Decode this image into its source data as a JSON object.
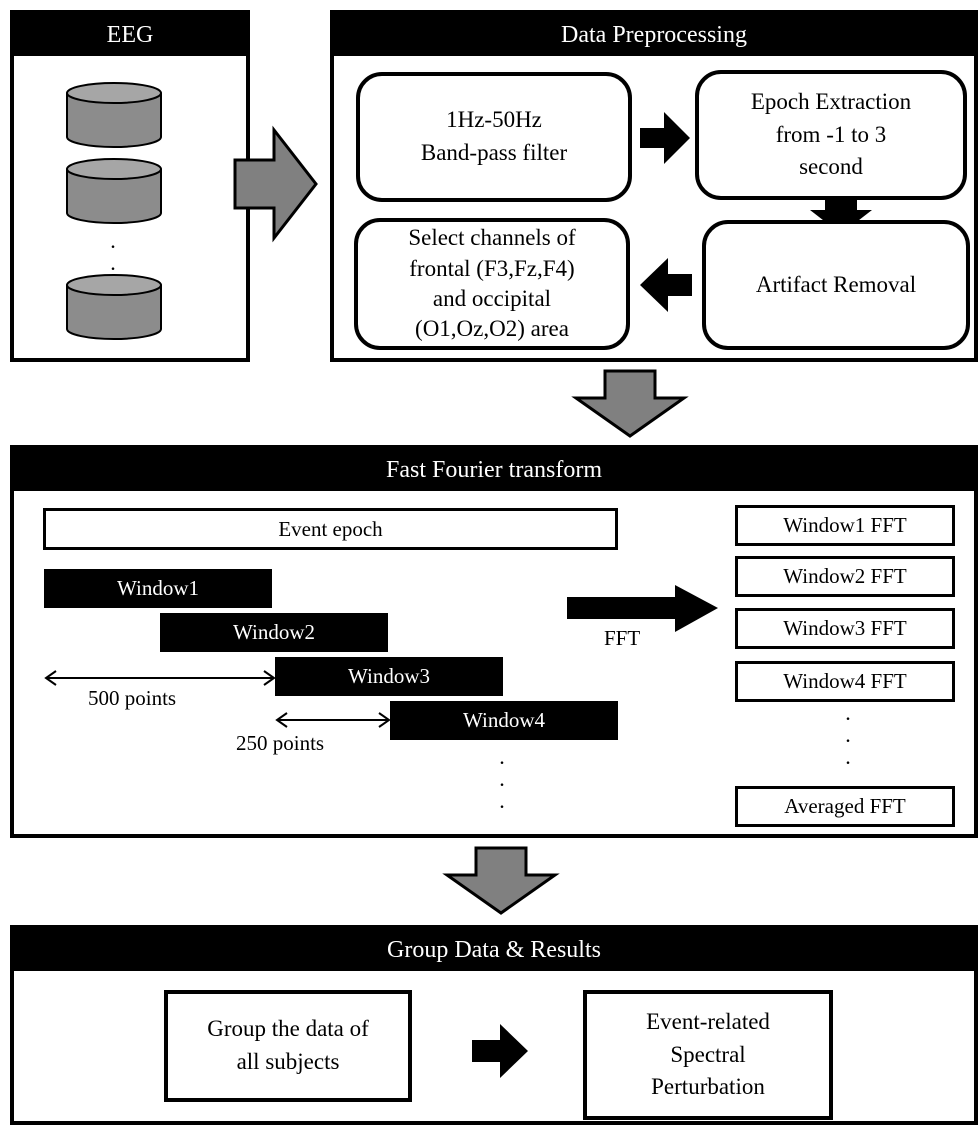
{
  "eeg": {
    "title": "EEG",
    "dots": ".\n."
  },
  "preprocessing": {
    "title": "Data Preprocessing",
    "filter": "1Hz-50Hz\nBand-pass filter",
    "epoch_extraction": "Epoch Extraction\nfrom -1 to 3\nsecond",
    "artifact_removal": "Artifact  Removal",
    "select_channels": "Select channels of\nfrontal (F3,Fz,F4)\nand occipital\n(O1,Oz,O2) area"
  },
  "fft": {
    "title": "Fast Fourier transform",
    "event_epoch": "Event epoch",
    "windows": [
      "Window1",
      "Window2",
      "Window3",
      "Window4"
    ],
    "span_500": "500 points",
    "span_250": "250 points",
    "arrow_label": "FFT",
    "dots": ".\n.\n.",
    "outputs": [
      "Window1 FFT",
      "Window2 FFT",
      "Window3 FFT",
      "Window4 FFT"
    ],
    "averaged": "Averaged FFT"
  },
  "group": {
    "title": "Group Data & Results",
    "group_box": "Group the data of\nall subjects",
    "ersp_box": "Event-related\nSpectral\nPerturbation"
  },
  "colors": {
    "panel_header": "#000000",
    "block_arrow_fill": "#808080",
    "cylinder_fill": "#8c8c8c"
  }
}
